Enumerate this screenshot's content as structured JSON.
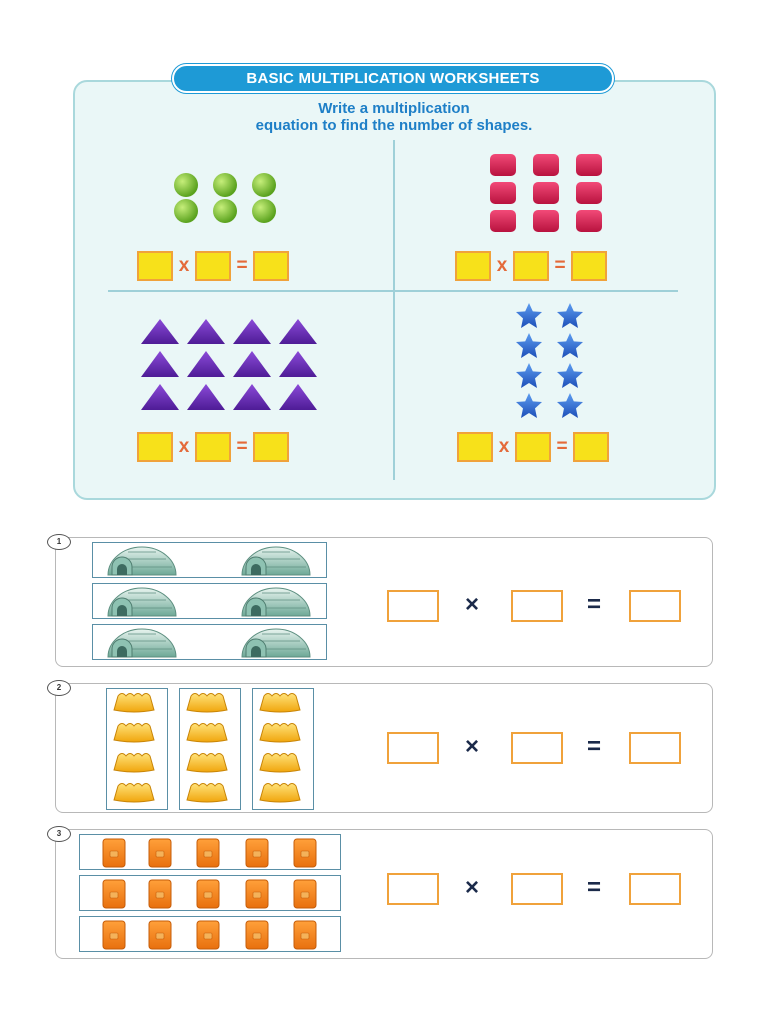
{
  "header": {
    "title": "BASIC MULTIPLICATION WORKSHEETS",
    "instruction_line1": "Write a multiplication",
    "instruction_line2": "equation to find the number of shapes."
  },
  "quadrants": [
    {
      "shape": "circle-icon",
      "rows": 2,
      "cols": 3,
      "color": "#7cc238"
    },
    {
      "shape": "square-icon",
      "rows": 3,
      "cols": 3,
      "color": "#d81e50"
    },
    {
      "shape": "triangle-icon",
      "rows": 3,
      "cols": 4,
      "color": "#6a2bb5"
    },
    {
      "shape": "star-icon",
      "rows": 4,
      "cols": 2,
      "color": "#2a6fd8"
    }
  ],
  "equation": {
    "times": "x",
    "equals": "="
  },
  "problems": [
    {
      "number": "1",
      "object": "igloo-icon",
      "groups": 3,
      "per_group": 2,
      "times": "×",
      "equals": "="
    },
    {
      "number": "2",
      "object": "jelly-icon",
      "groups": 3,
      "per_group": 4,
      "times": "×",
      "equals": "="
    },
    {
      "number": "3",
      "object": "orange-block-icon",
      "groups": 3,
      "per_group": 5,
      "times": "×",
      "equals": "="
    }
  ],
  "colors": {
    "banner": "#1e9ad6",
    "panel": "#eaf7f7",
    "answer_box_fill": "#f7e11a",
    "answer_box_border": "#f0a23b",
    "operator": "#e46a3a"
  }
}
